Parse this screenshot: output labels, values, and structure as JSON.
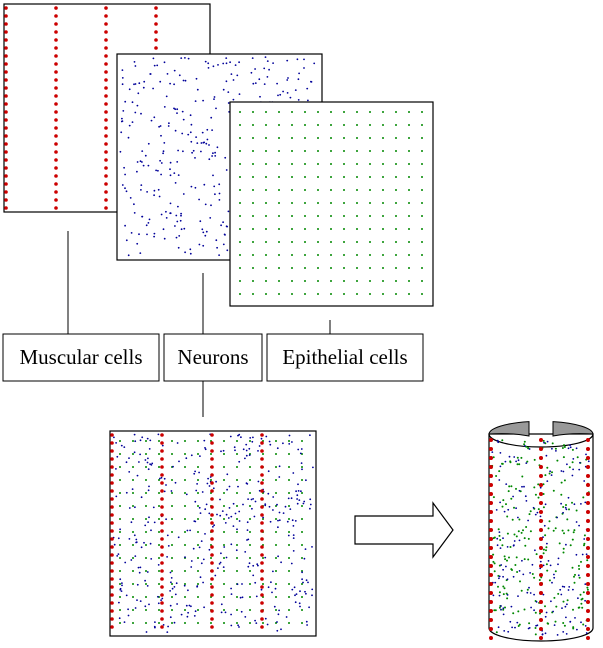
{
  "labels": {
    "muscular": "Muscular cells",
    "neurons": "Neurons",
    "epithelial": "Epithelial cells"
  },
  "colors": {
    "muscular": "#cc0000",
    "neurons": "#000099",
    "epithelial": "#008800",
    "outline": "#000000",
    "cylinder_rim": "#999999"
  },
  "icons": {
    "arrow": "right-arrow-icon"
  }
}
